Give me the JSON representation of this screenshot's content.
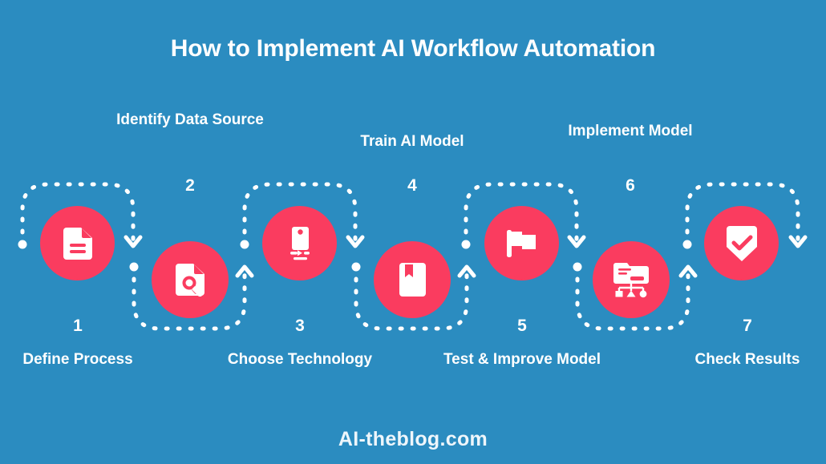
{
  "title": "How to Implement AI Workflow Automation",
  "footer": "AI-theblog.com",
  "colors": {
    "background": "#2b8cc0",
    "accent": "#fa3c5f",
    "text": "#ffffff",
    "connector": "#ffffff"
  },
  "steps": [
    {
      "number": "1",
      "label": "Define Process",
      "icon": "document-lines-icon",
      "row": "top"
    },
    {
      "number": "2",
      "label": "Identify Data Source",
      "icon": "document-search-icon",
      "row": "bottom"
    },
    {
      "number": "3",
      "label": "Choose Technology",
      "icon": "device-transfer-icon",
      "row": "top"
    },
    {
      "number": "4",
      "label": "Train AI Model",
      "icon": "book-bookmark-icon",
      "row": "bottom"
    },
    {
      "number": "5",
      "label": "Test & Improve Model",
      "icon": "flag-icon",
      "row": "top"
    },
    {
      "number": "6",
      "label": "Implement Model",
      "icon": "flowchart-icon",
      "row": "bottom"
    },
    {
      "number": "7",
      "label": "Check Results",
      "icon": "shield-check-icon",
      "row": "top"
    }
  ]
}
